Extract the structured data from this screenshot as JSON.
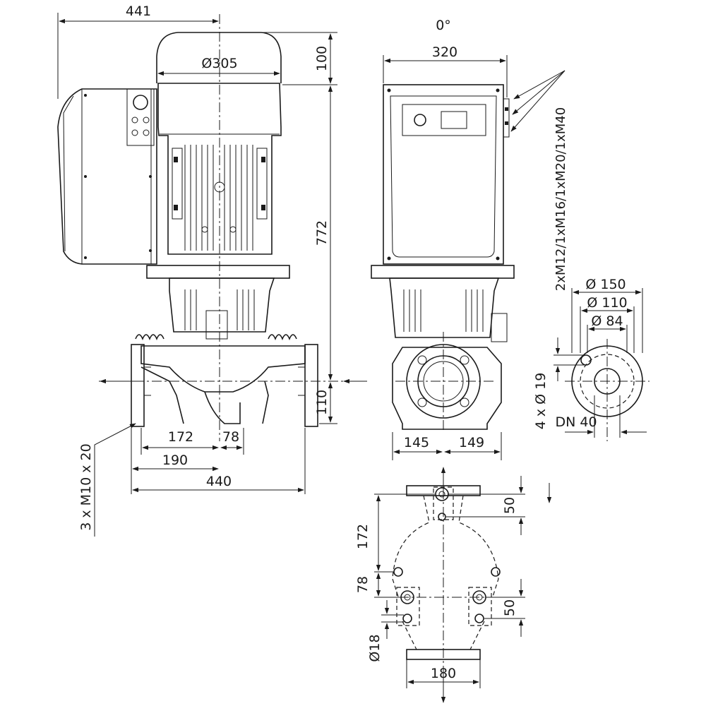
{
  "view_angle": "0°",
  "side_view": {
    "dim_total_left": "441",
    "dim_motor_dia": "Ø305",
    "dim_top_height": "100",
    "dim_total_height": "772",
    "dim_flange_height": "110",
    "dim_172": "172",
    "dim_78": "78",
    "dim_190": "190",
    "dim_440": "440",
    "foot_screws": "3 x M10 x 20"
  },
  "front_view": {
    "dim_width": "320",
    "dim_145": "145",
    "dim_149": "149",
    "cable_glands": "2xM12/1xM16/1xM20/1xM40"
  },
  "flange_view": {
    "dim_d150": "Ø 150",
    "dim_d110": "Ø 110",
    "dim_d84": "Ø 84",
    "bolt_holes": "4 x Ø 19",
    "nominal": "DN 40"
  },
  "base_view": {
    "dim_50_top": "50",
    "dim_172": "172",
    "dim_78": "78",
    "dim_50_bottom": "50",
    "dim_d18": "Ø18",
    "dim_180": "180"
  }
}
